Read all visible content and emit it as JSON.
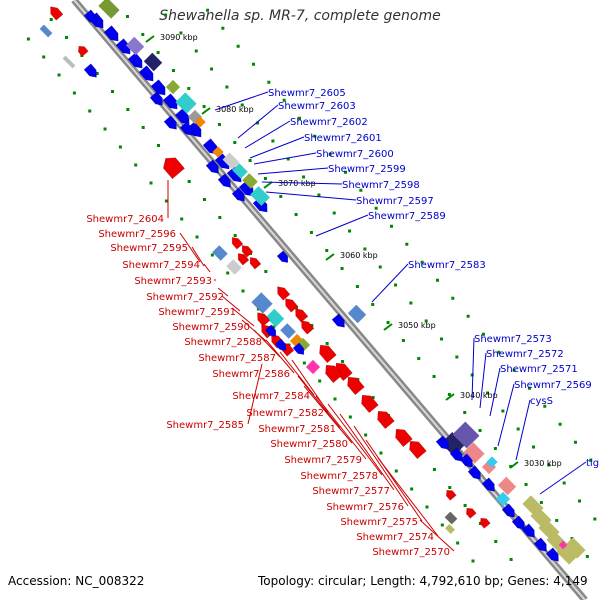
{
  "title": "Shewanella sp. MR-7, complete genome",
  "footer": {
    "accession": "Accession: NC_008322",
    "stats": "Topology: circular; Length: 4,792,610 bp; Genes: 4,149"
  },
  "ticks": [
    "3090 kbp",
    "3080 kbp",
    "3070 kbp",
    "3060 kbp",
    "3050 kbp",
    "3040 kbp",
    "3030 kbp"
  ],
  "blue_labels": [
    "Shewmr7_2605",
    "Shewmr7_2603",
    "Shewmr7_2602",
    "Shewmr7_2601",
    "Shewmr7_2600",
    "Shewmr7_2599",
    "Shewmr7_2598",
    "Shewmr7_2597",
    "Shewmr7_2589",
    "Shewmr7_2583",
    "Shewmr7_2573",
    "Shewmr7_2572",
    "Shewmr7_2571",
    "Shewmr7_2569",
    "cysS",
    "tig"
  ],
  "red_labels": [
    "Shewmr7_2604",
    "Shewmr7_2596",
    "Shewmr7_2595",
    "Shewmr7_2594",
    "Shewmr7_2593",
    "Shewmr7_2592",
    "Shewmr7_2591",
    "Shewmr7_2590",
    "Shewmr7_2588",
    "Shewmr7_2587",
    "Shewmr7_2586",
    "Shewmr7_2584",
    "Shewmr7_2582",
    "Shewmr7_2585",
    "Shewmr7_2581",
    "Shewmr7_2580",
    "Shewmr7_2579",
    "Shewmr7_2578",
    "Shewmr7_2577",
    "Shewmr7_2576",
    "Shewmr7_2575",
    "Shewmr7_2574",
    "Shewmr7_2570"
  ],
  "colors": {
    "forward": "#0000ee",
    "reverse": "#ee0000",
    "backbone": "#888888",
    "tick": "#008800",
    "blue_label": "#0000cc",
    "red_label": "#cc0000"
  }
}
